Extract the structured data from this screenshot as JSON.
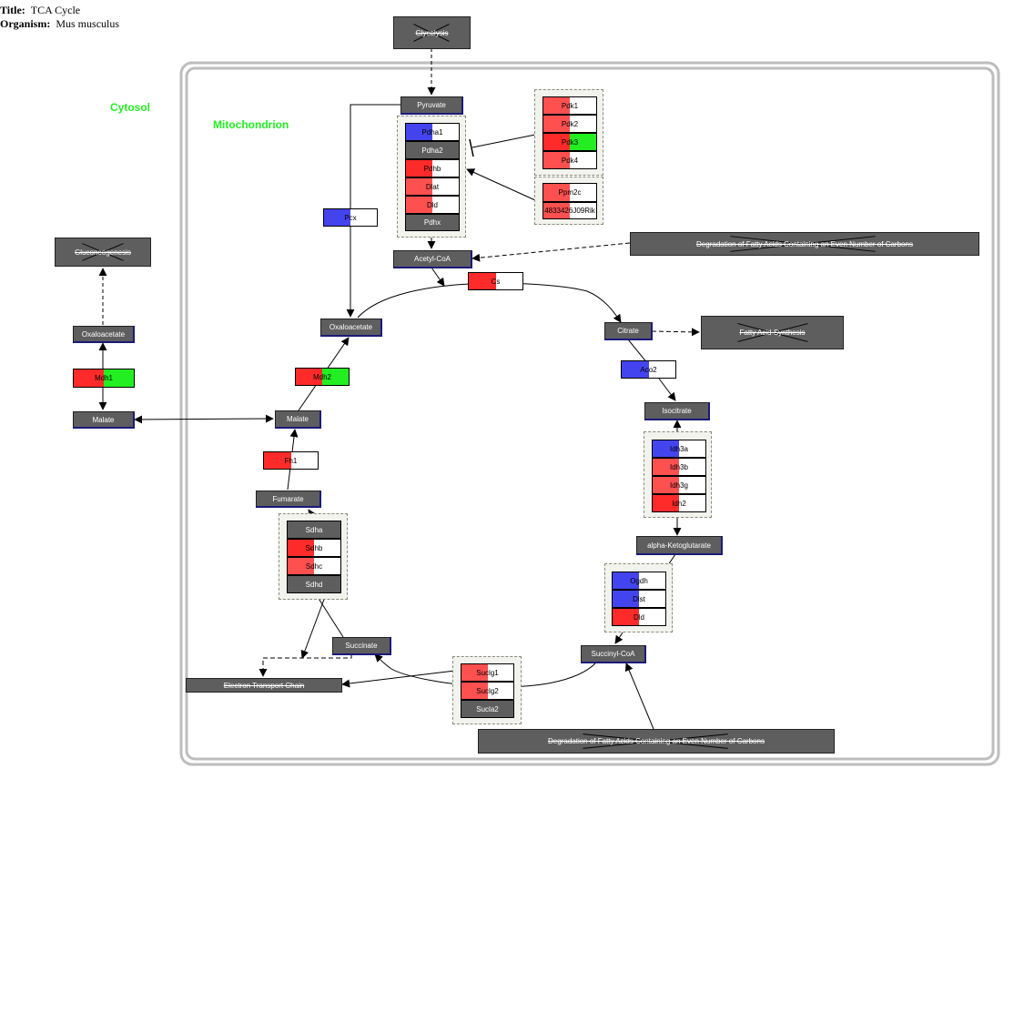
{
  "header": {
    "title_label": "Title:",
    "title_value": "TCA Cycle",
    "organism_label": "Organism:",
    "organism_value": "Mus musculus"
  },
  "compartments": {
    "cytosol": "Cytosol",
    "mitochondrion": "Mitochondrion"
  },
  "pathways": {
    "glycolysis": "Glycolysis",
    "gluconeogenesis": "Gluconeogenesis",
    "fatty_acid_degradation_top": "Degradation of Fatty Acids Containing an Even Number of Carbons",
    "fatty_acid_synthesis": "Fatty Acid Synthesis",
    "electron_transport_chain": "Electron Transport Chain",
    "fatty_acid_degradation_bottom": "Degradation of Fatty Acids Containing an Even Number of Carbons"
  },
  "metabolites": {
    "pyruvate": "Pyruvate",
    "acetyl_coa": "Acetyl-CoA",
    "oxaloacetate_mito": "Oxaloacetate",
    "citrate": "Citrate",
    "isocitrate": "Isocitrate",
    "alpha_ketoglutarate": "alpha-Ketoglutarate",
    "succinyl_coa": "Succinyl-CoA",
    "succinate": "Succinate",
    "fumarate": "Fumarate",
    "malate_mito": "Malate",
    "oxaloacetate_cyto": "Oxaloacetate",
    "malate_cyto": "Malate"
  },
  "genes": {
    "pdha1": "Pdha1",
    "pdha2": "Pdha2",
    "pdhb": "Pdhb",
    "dlat": "Dlat",
    "dld_pdh": "Dld",
    "pdhx": "Pdhx",
    "pdk1": "Pdk1",
    "pdk2": "Pdk2",
    "pdk3": "Pdk3",
    "pdk4": "Pdk4",
    "ppm2c": "Ppm2c",
    "e4833426": "4833426J09Rik",
    "pcx": "Pcx",
    "cs": "Cs",
    "aco2": "Aco2",
    "idh3a": "Idh3a",
    "idh3b": "Idh3b",
    "idh3g": "Idh3g",
    "idh2": "Idh2",
    "ogdh": "Ogdh",
    "dlst": "Dlst",
    "dld_ogdh": "Dld",
    "suclg1": "Suclg1",
    "suclg2": "Suclg2",
    "sucla2": "Sucla2",
    "sdha": "Sdha",
    "sdhb": "Sdhb",
    "sdhc": "Sdhc",
    "sdhd": "Sdhd",
    "fh1": "Fh1",
    "mdh2": "Mdh2",
    "mdh1": "Mdh1"
  },
  "colors": {
    "red": "#ff2b2b",
    "light_red": "#ff5050",
    "blue": "#4444ee",
    "green": "#22ee22",
    "no_data": "#5e5e5e",
    "white": "#ffffff"
  }
}
